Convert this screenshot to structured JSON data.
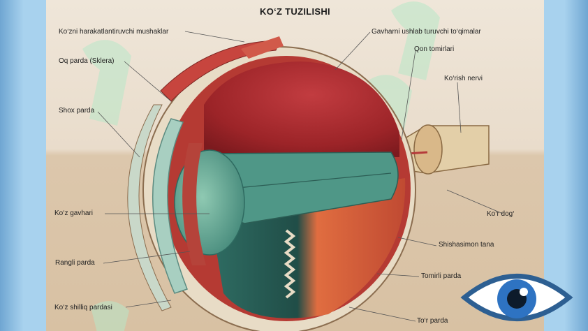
{
  "title": "KO‘Z TUZILISHI",
  "labels": {
    "muscles": "Ko‘zni harakatlantiruvchi mushaklar",
    "sclera": "Oq parda (Sklera)",
    "cornea": "Shox parda",
    "lens": "Ko‘z gavhari",
    "iris": "Rangli parda",
    "conjunctiva": "Ko‘z shilliq pardasi",
    "ciliary": "Gavharni ushlab turuvchi to‘qimalar",
    "vessels": "Qon tomirlari",
    "optic_nerve": "Ko‘rish nervi",
    "blind_spot": "Ko‘r dog‘",
    "vitreous": "Shishasimon tana",
    "choroid": "Tomirli parda",
    "retina": "To‘r parda"
  },
  "colors": {
    "sclera": "#e8dcc6",
    "vitreous": "#b8333a",
    "lens": "#5aa090",
    "iris": "#3f7c72",
    "nerve": "#e3cfa8",
    "watermark": "#b8e8c8",
    "eye_icon_iris": "#2e73c2"
  }
}
